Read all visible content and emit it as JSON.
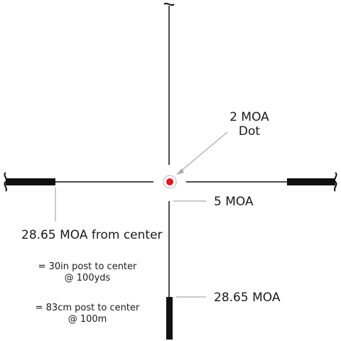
{
  "diagram": {
    "colors": {
      "line": "#111111",
      "leader": "#aaaaaa",
      "dot": "#e8141b",
      "ring": "#cccccc"
    },
    "labels": {
      "dot_line1": "2 MOA",
      "dot_line2": "Dot",
      "gap": "5 MOA",
      "post_distance": "28.65 MOA from center",
      "yards_line1": "= 30in post to center",
      "yards_line2": "@ 100yds",
      "metric_line1": "= 83cm post to center",
      "metric_line2": "@ 100m",
      "post_length": "28.65 MOA"
    }
  }
}
